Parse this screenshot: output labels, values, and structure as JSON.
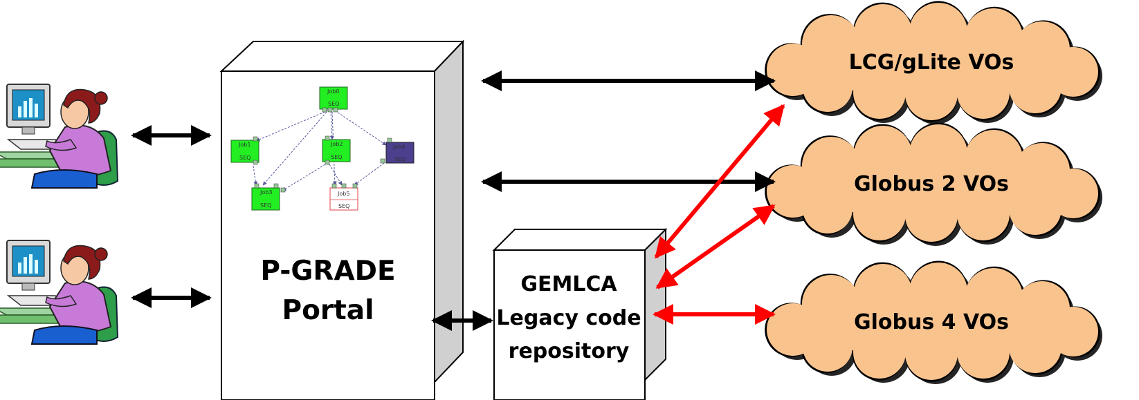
{
  "portal": {
    "line1": "P-GRADE",
    "line2": "Portal",
    "workflow": {
      "jobs": [
        {
          "name": "Job0",
          "tag": "SEQ",
          "color": "#22ee22"
        },
        {
          "name": "Job1",
          "tag": "SEQ",
          "color": "#22ee22"
        },
        {
          "name": "Job2",
          "tag": "SEQ",
          "color": "#22ee22"
        },
        {
          "name": "Job4",
          "tag": "SEQ",
          "color": "#4b3f8e"
        },
        {
          "name": "Job3",
          "tag": "SEQ",
          "color": "#22ee22"
        },
        {
          "name": "Job5",
          "tag": "SEQ",
          "color": "#ffffff"
        }
      ]
    }
  },
  "gemlca": {
    "line1": "GEMLCA",
    "line2": "Legacy code",
    "line3": "repository"
  },
  "clouds": [
    {
      "label": "LCG/gLite VOs"
    },
    {
      "label": "Globus 2 VOs"
    },
    {
      "label": "Globus 4 VOs"
    }
  ],
  "users": [
    {
      "icon": "user-at-computer-icon"
    },
    {
      "icon": "user-at-computer-icon"
    }
  ],
  "colors": {
    "cloud_fill": "#f9c38e",
    "server_side": "#d0d0d0",
    "arrow_black": "#000000",
    "arrow_red": "#ff0000"
  }
}
